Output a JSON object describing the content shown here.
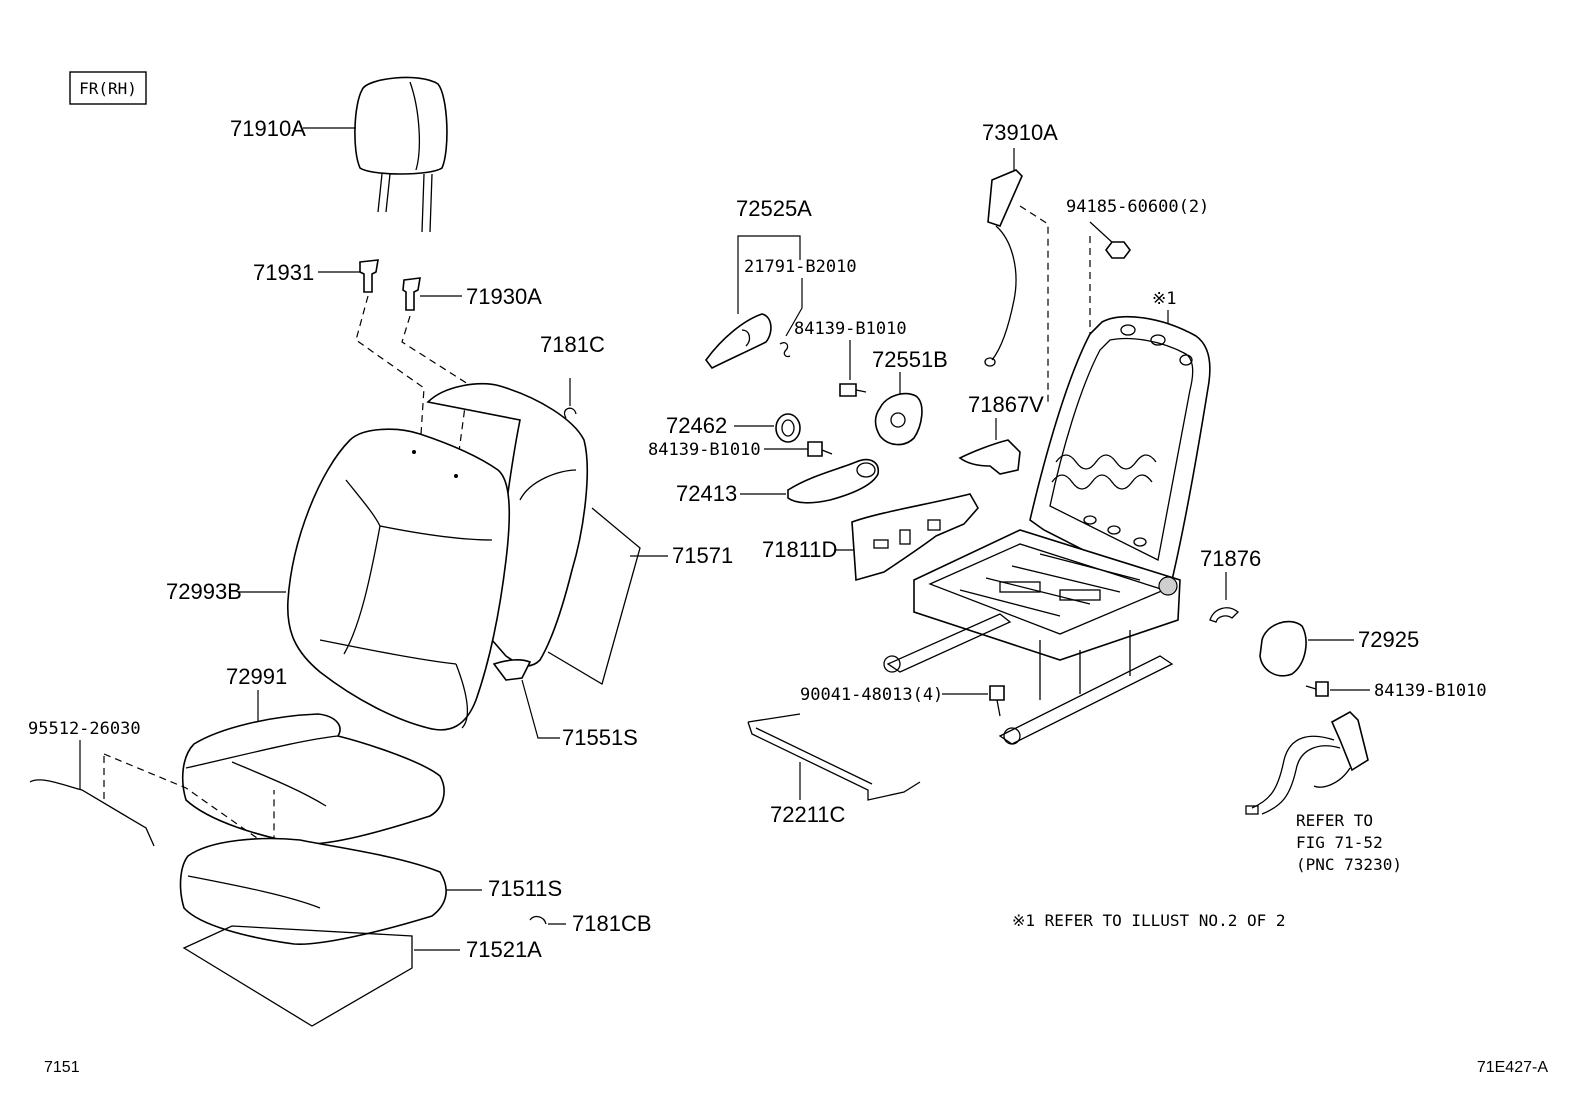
{
  "diagram": {
    "frame_label": "FR(RH)",
    "figure_number": "7151",
    "illustration_code": "71E427-A",
    "footnote": "※1 REFER TO ILLUST NO.2 OF 2",
    "frame_marker": "※1",
    "refer_note": [
      "REFER TO",
      "FIG 71-52",
      "(PNC 73230)"
    ],
    "parts": {
      "p71910A": "71910A",
      "p71931": "71931",
      "p71930A": "71930A",
      "p7181C": "7181C",
      "p72993B": "72993B",
      "p71571": "71571",
      "p72991": "72991",
      "p95512": "95512-26030",
      "p71551S": "71551S",
      "p71511S": "71511S",
      "p7181CB": "7181CB",
      "p71521A": "71521A",
      "p72525A": "72525A",
      "p21791": "21791-B2010",
      "p84139a": "84139-B1010",
      "p72551B": "72551B",
      "p72462": "72462",
      "p84139b": "84139-B1010",
      "p72413": "72413",
      "p73910A": "73910A",
      "p94185": "94185-60600(2)",
      "p71867V": "71867V",
      "p71811D": "71811D",
      "p71876": "71876",
      "p72925": "72925",
      "p84139c": "84139-B1010",
      "p90041": "90041-48013(4)",
      "p72211C": "72211C"
    }
  }
}
